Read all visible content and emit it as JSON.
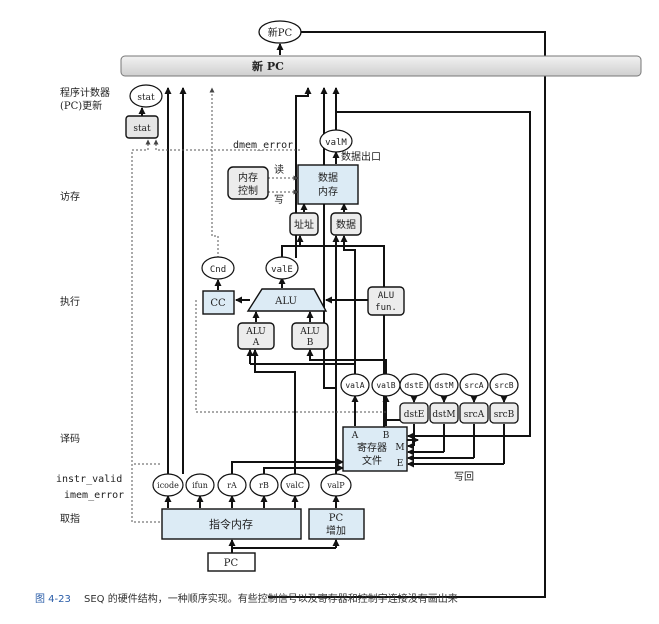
{
  "stage_labels": {
    "pc_update": [
      "程序计数器",
      "(PC)更新"
    ],
    "memory": "访存",
    "execute": "执行",
    "decode": "译码",
    "fetch": "取指"
  },
  "signals": {
    "instr_valid": "instr_valid",
    "imem_error": "imem_error",
    "dmem_error": "dmem_error",
    "read": "读",
    "write": "写",
    "data_out": "数据出口",
    "write_back": "写回"
  },
  "blocks": {
    "new_pc_bubble": "新PC",
    "new_pc_bar": "新 PC",
    "stat_bubble": "Stat",
    "stat_box": "stat",
    "mem_ctrl": [
      "内存",
      "控制"
    ],
    "data_mem": [
      "数据",
      "内存"
    ],
    "addr": "址址",
    "data": "数据",
    "cnd": "Cnd",
    "cc": "CC",
    "alu": "ALU",
    "alu_fun": [
      "ALU",
      "fun."
    ],
    "alu_a": [
      "ALU",
      "A"
    ],
    "alu_b": [
      "ALU",
      "B"
    ],
    "regfile": {
      "a": "A",
      "b": "B",
      "m": "M",
      "e": "E",
      "name": [
        "寄存器",
        "文件"
      ]
    },
    "instr_mem": "指令内存",
    "pc_inc": [
      "PC",
      "增加"
    ],
    "pc": "PC"
  },
  "bubbles": {
    "valM": "valM",
    "valE": "valE",
    "decode": [
      "valA",
      "valB",
      "dstE",
      "dstM",
      "srcA",
      "srcB"
    ],
    "fetch": [
      "icode",
      "ifun",
      "rA",
      "rB",
      "valC"
    ],
    "valP": "valP"
  },
  "dst_boxes": [
    "dstE",
    "dstM",
    "srcA",
    "srcB"
  ],
  "caption": {
    "number": "图 4-23",
    "text": "SEQ 的硬件结构，一种顺序实现。有些控制信号以及寄存器和控制字连接没有画出来"
  },
  "colors": {
    "block_fill": "#dcebf5",
    "line": "#111111",
    "caption": "#2a5da8"
  }
}
